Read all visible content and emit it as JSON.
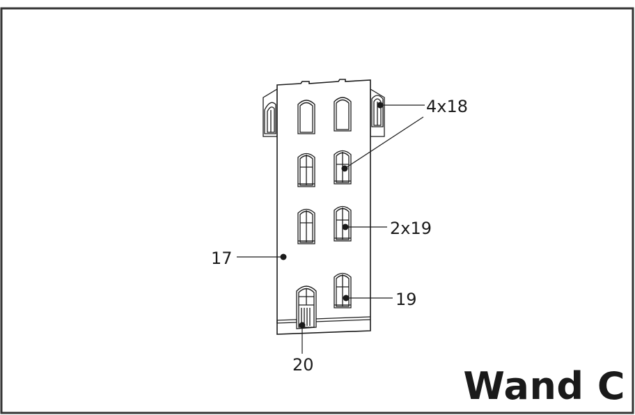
{
  "title": "Wand C",
  "callouts": {
    "wall": "17",
    "arched_windows": "4x18",
    "windows_pair": "2x19",
    "window_single": "19",
    "door": "20"
  }
}
